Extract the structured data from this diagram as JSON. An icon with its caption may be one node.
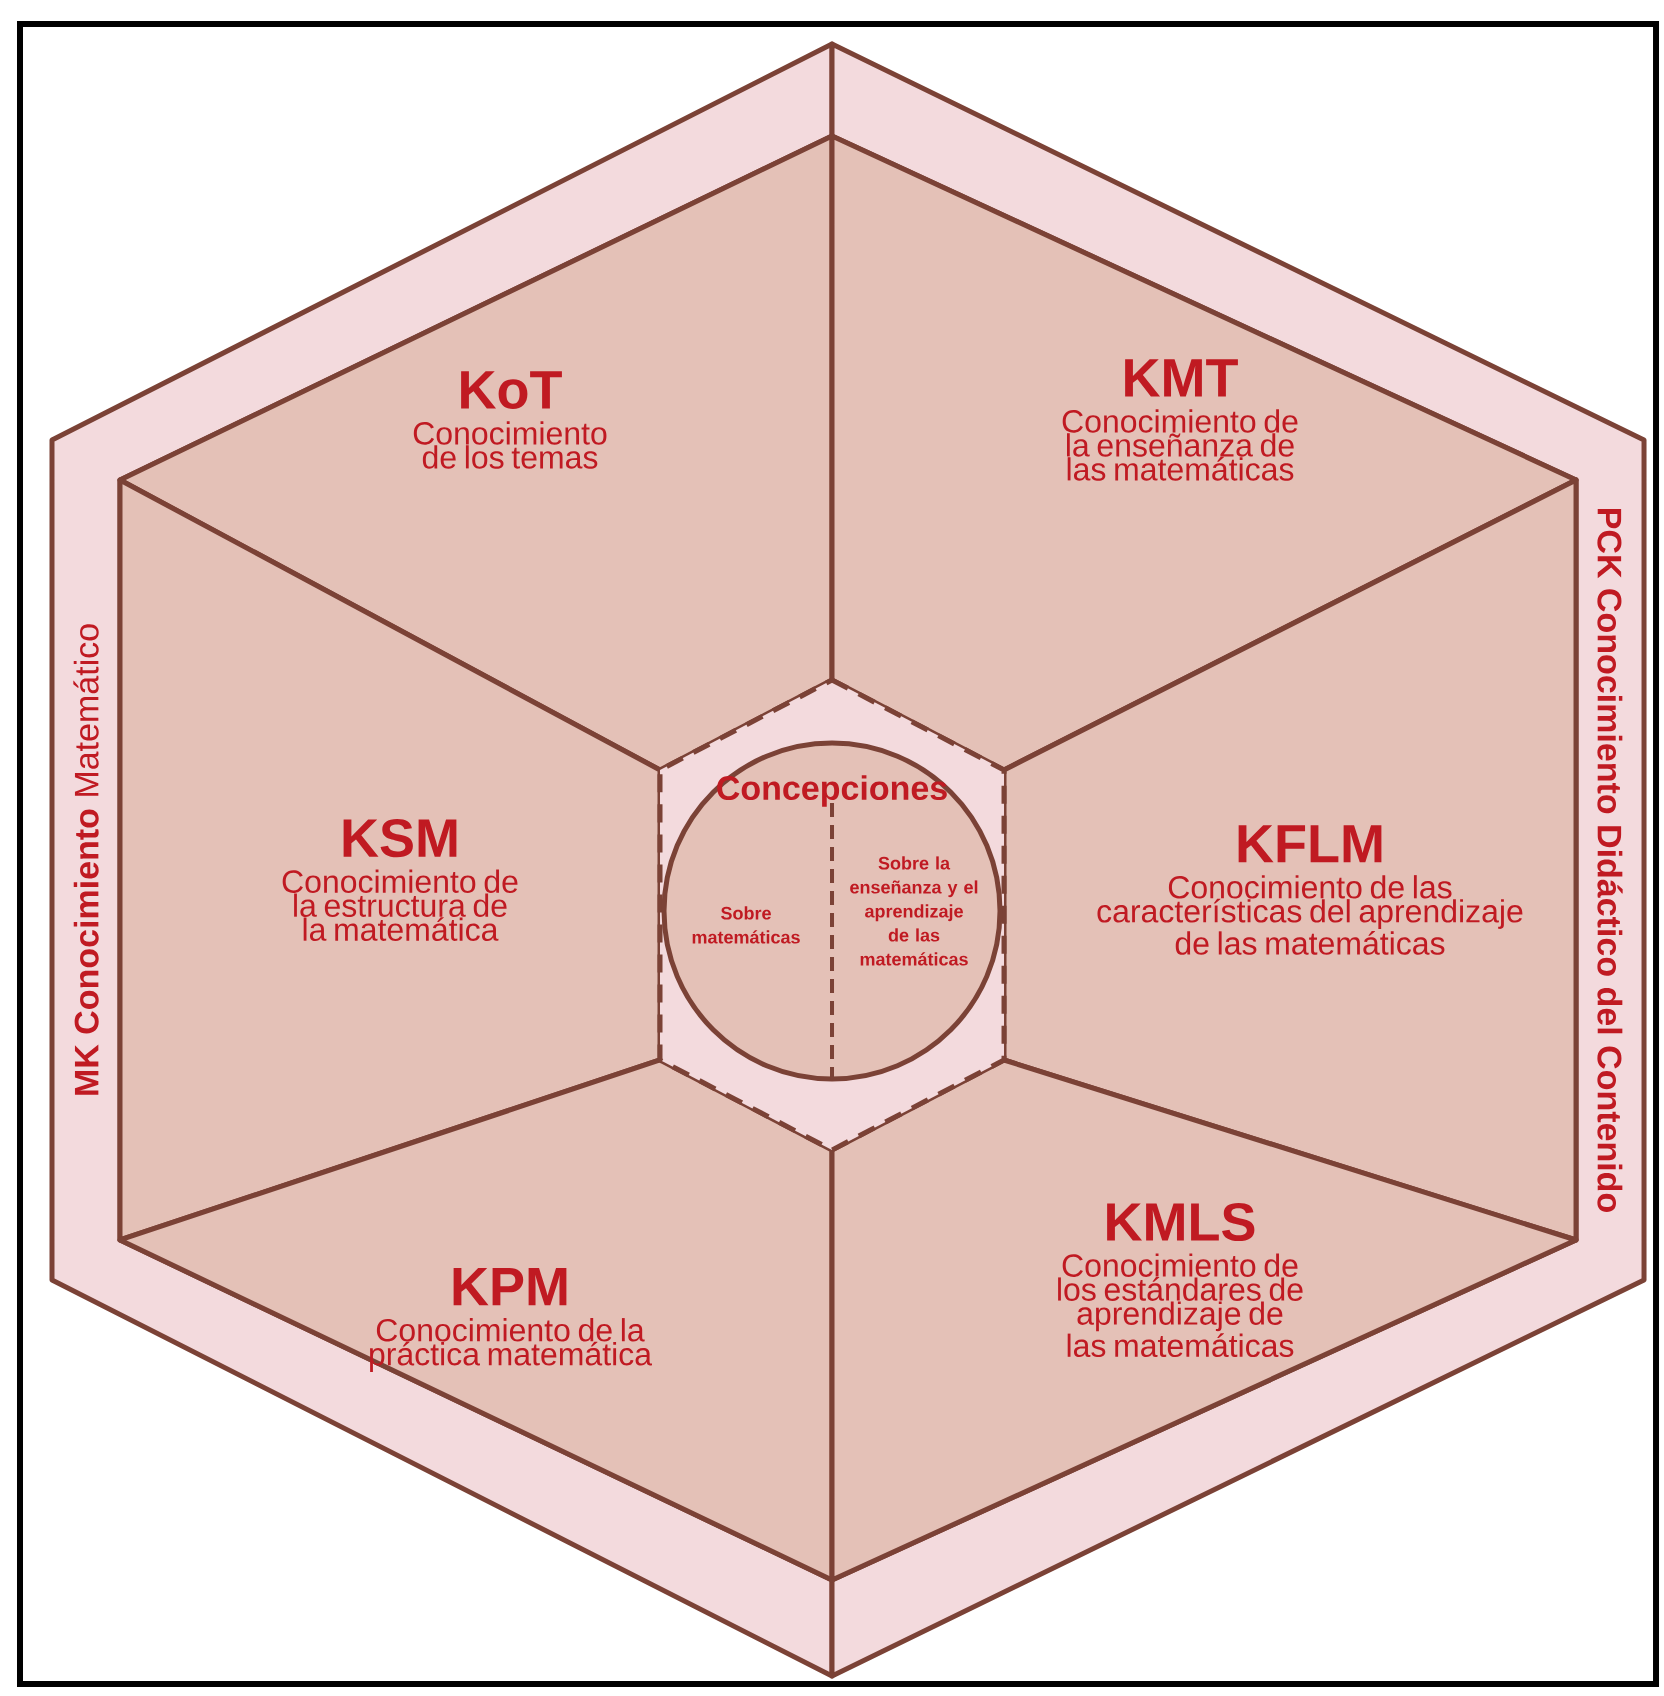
{
  "diagram": {
    "nodes": [
      {
        "text": [
          "**MK Conocimiento** Matemático"
        ]
      },
      {
        "text": [
          "PCK Conocimiento Didáctico del Contenido"
        ]
      },
      {
        "text": [
          "KoT",
          "Conocimiento de los temas"
        ]
      },
      {
        "text": [
          "KMT",
          "Conocimiento de la enseñanza de las matemáticas"
        ]
      },
      {
        "text": [
          "KSM",
          "Conocimiento de la estructura de la matemática"
        ]
      },
      {
        "text": [
          "KFLM",
          "Conocimiento de las características del aprendizaje de las matemáticas"
        ]
      },
      {
        "text": [
          "KPM",
          "Conocimiento de la práctica matemática"
        ]
      },
      {
        "text": [
          "KMLS",
          "Conocimiento de los estándares de aprendizaje de las matemáticas"
        ]
      },
      {
        "text": [],
        "shape": "hexagon"
      },
      {
        "text": [
          "Concepciones"
        ],
        "in": 8
      },
      {
        "text": [
          "Sobre matemáticas"
        ],
        "in": 9
      },
      {
        "text": [
          "Sobre la enseñanza y el aprendizaje de las matemáticas"
        ],
        "in": 9
      }
    ]
  }
}
